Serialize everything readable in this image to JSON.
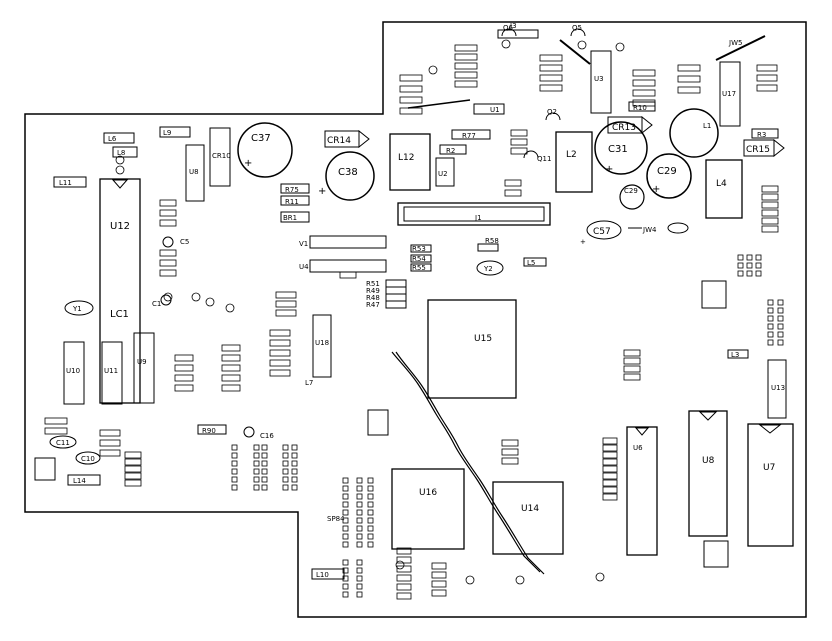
{
  "board": {
    "big_labels": [
      {
        "key": "C37",
        "text": "C37"
      },
      {
        "key": "C38",
        "text": "C38"
      },
      {
        "key": "C31",
        "text": "C31"
      },
      {
        "key": "C29",
        "text": "C29"
      },
      {
        "key": "U12",
        "text": "U12"
      },
      {
        "key": "LC1",
        "text": "LC1"
      },
      {
        "key": "U15",
        "text": "U15"
      },
      {
        "key": "U16",
        "text": "U16"
      },
      {
        "key": "U14",
        "text": "U14"
      },
      {
        "key": "U8",
        "text": "U8"
      },
      {
        "key": "U7",
        "text": "U7"
      },
      {
        "key": "U6",
        "text": "U6"
      },
      {
        "key": "L12",
        "text": "L12"
      },
      {
        "key": "L2",
        "text": "L2"
      },
      {
        "key": "L4",
        "text": "L4"
      },
      {
        "key": "L1",
        "text": "L1"
      },
      {
        "key": "J1",
        "text": "J1"
      },
      {
        "key": "J3",
        "text": "J3"
      },
      {
        "key": "CR14",
        "text": "CR14"
      },
      {
        "key": "CR13",
        "text": "CR13"
      },
      {
        "key": "CR15",
        "text": "CR15"
      },
      {
        "key": "C57",
        "text": "C57"
      },
      {
        "key": "JW4",
        "text": "JW4"
      },
      {
        "key": "JW5",
        "text": "JW5"
      },
      {
        "key": "U10",
        "text": "U10"
      },
      {
        "key": "U11",
        "text": "U11"
      },
      {
        "key": "U9",
        "text": "U9"
      },
      {
        "key": "U18",
        "text": "U18"
      },
      {
        "key": "U13",
        "text": "U13"
      },
      {
        "key": "U3",
        "text": "U3"
      },
      {
        "key": "U17",
        "text": "U17"
      },
      {
        "key": "U2",
        "text": "U2"
      },
      {
        "key": "V1",
        "text": "V1"
      },
      {
        "key": "U4",
        "text": "U4"
      },
      {
        "key": "Y1",
        "text": "Y1"
      },
      {
        "key": "Y2",
        "text": "Y2"
      },
      {
        "key": "L9",
        "text": "L9"
      },
      {
        "key": "L6",
        "text": "L6"
      },
      {
        "key": "L8",
        "text": "L8"
      },
      {
        "key": "L11",
        "text": "L11"
      },
      {
        "key": "L14",
        "text": "L14"
      },
      {
        "key": "L10",
        "text": "L10"
      },
      {
        "key": "C11",
        "text": "C11"
      },
      {
        "key": "C10",
        "text": "C10"
      },
      {
        "key": "C16",
        "text": "C16"
      },
      {
        "key": "C5",
        "text": "C5"
      },
      {
        "key": "C1",
        "text": "C1"
      },
      {
        "key": "Q5",
        "text": "Q5"
      },
      {
        "key": "Q6",
        "text": "Q6"
      },
      {
        "key": "Q2",
        "text": "Q2"
      },
      {
        "key": "Q11",
        "text": "Q11"
      },
      {
        "key": "R77",
        "text": "R77"
      },
      {
        "key": "R2",
        "text": "R2"
      },
      {
        "key": "R3",
        "text": "R3"
      },
      {
        "key": "R10",
        "text": "R10"
      },
      {
        "key": "R11",
        "text": "R11"
      },
      {
        "key": "R75",
        "text": "R75"
      },
      {
        "key": "R90",
        "text": "R90"
      },
      {
        "key": "R53",
        "text": "R53"
      },
      {
        "key": "R54",
        "text": "R54"
      },
      {
        "key": "R55",
        "text": "R55"
      },
      {
        "key": "R58",
        "text": "R58"
      },
      {
        "key": "R51",
        "text": "R51"
      },
      {
        "key": "R48",
        "text": "R48"
      },
      {
        "key": "R49",
        "text": "R49"
      },
      {
        "key": "R47",
        "text": "R47"
      },
      {
        "key": "CR10",
        "text": "CR10"
      },
      {
        "key": "BR1",
        "text": "BR1"
      },
      {
        "key": "L5",
        "text": "L5"
      },
      {
        "key": "L3",
        "text": "L3"
      },
      {
        "key": "U1",
        "text": "U1"
      },
      {
        "key": "L7",
        "text": "L7"
      },
      {
        "key": "SP84",
        "text": "SP84"
      },
      {
        "key": "R3x",
        "text": "R3"
      }
    ]
  }
}
